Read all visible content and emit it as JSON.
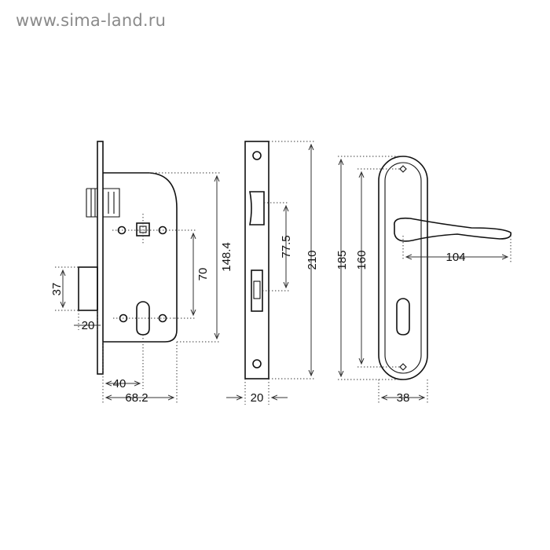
{
  "watermark": "www.sima-land.ru",
  "dimensions": {
    "lock_height": "148.4",
    "center_distance": "70",
    "bolt_height": "37",
    "bolt_width": "20",
    "backset": "40",
    "body_width": "68.2",
    "strike_hole_distance": "77.5",
    "strike_height": "210",
    "strike_width": "20",
    "plate_height": "185",
    "plate_holes_distance": "160",
    "handle_length": "104",
    "plate_width": "38"
  }
}
